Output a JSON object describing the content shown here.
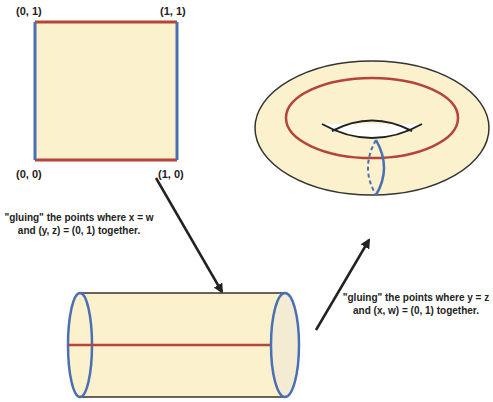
{
  "diagram": {
    "labels": [
      "(0, 1)",
      "(1, 1)",
      "(0, 0)",
      "(1, 0)",
      "\"gluing\" the points where x = w and (y, z) = (0, 1) together.",
      "\"gluing\" the points where y = z and (x, w) = (0, 1) together."
    ]
  }
}
